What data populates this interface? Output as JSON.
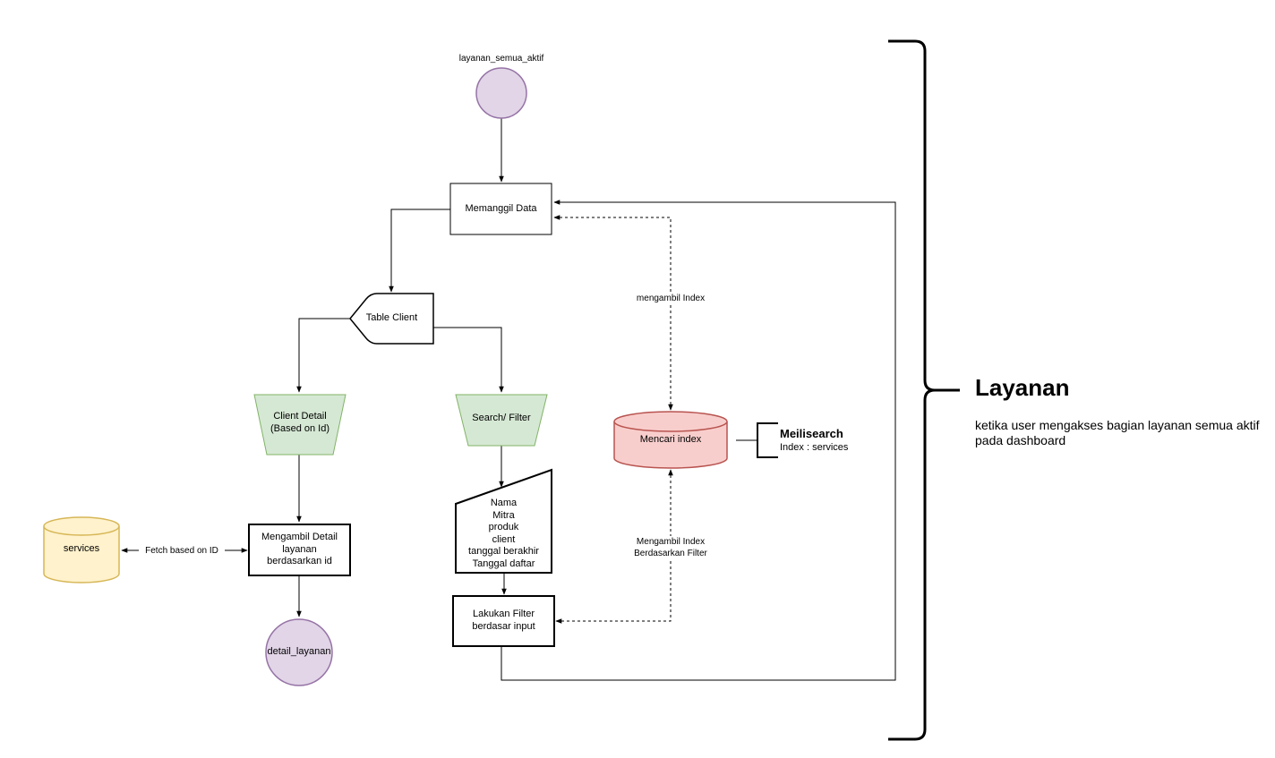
{
  "nodes": {
    "start": "layanan_semua_aktif",
    "memanggil": "Memanggil Data",
    "table_client": "Table Client",
    "client_detail": [
      "Client Detail",
      "(Based on Id)"
    ],
    "search_filter": "Search/ Filter",
    "mengambil_detail": [
      "Mengambil Detail",
      "layanan",
      "berdasarkan id"
    ],
    "services_db": "services",
    "detail_end": "detail_layanan",
    "input_fields": [
      "Nama",
      "Mitra",
      "produk",
      "client",
      "tanggal berakhir",
      "Tanggal daftar"
    ],
    "lakukan_filter": [
      "Lakukan Filter",
      "berdasar input"
    ],
    "mencari_index": "Mencari index"
  },
  "edges": {
    "fetch": "Fetch based on ID",
    "mengambil_index": "mengambil Index",
    "mengambil_index_filter": [
      "Mengambil Index",
      "Berdasarkan Filter"
    ]
  },
  "annotation": {
    "title": "Meilisearch",
    "subtitle": "Index : services"
  },
  "section": {
    "title": "Layanan",
    "description": "ketika user mengakses bagian layanan semua aktif pada dashboard"
  },
  "colors": {
    "purple_fill": "#e1d5e7",
    "purple_stroke": "#9673a6",
    "green_fill": "#d5e8d4",
    "green_stroke": "#82b366",
    "yellow_fill": "#fff2cc",
    "yellow_stroke": "#d6b656",
    "red_fill": "#f8cecc",
    "red_stroke": "#b85450"
  }
}
